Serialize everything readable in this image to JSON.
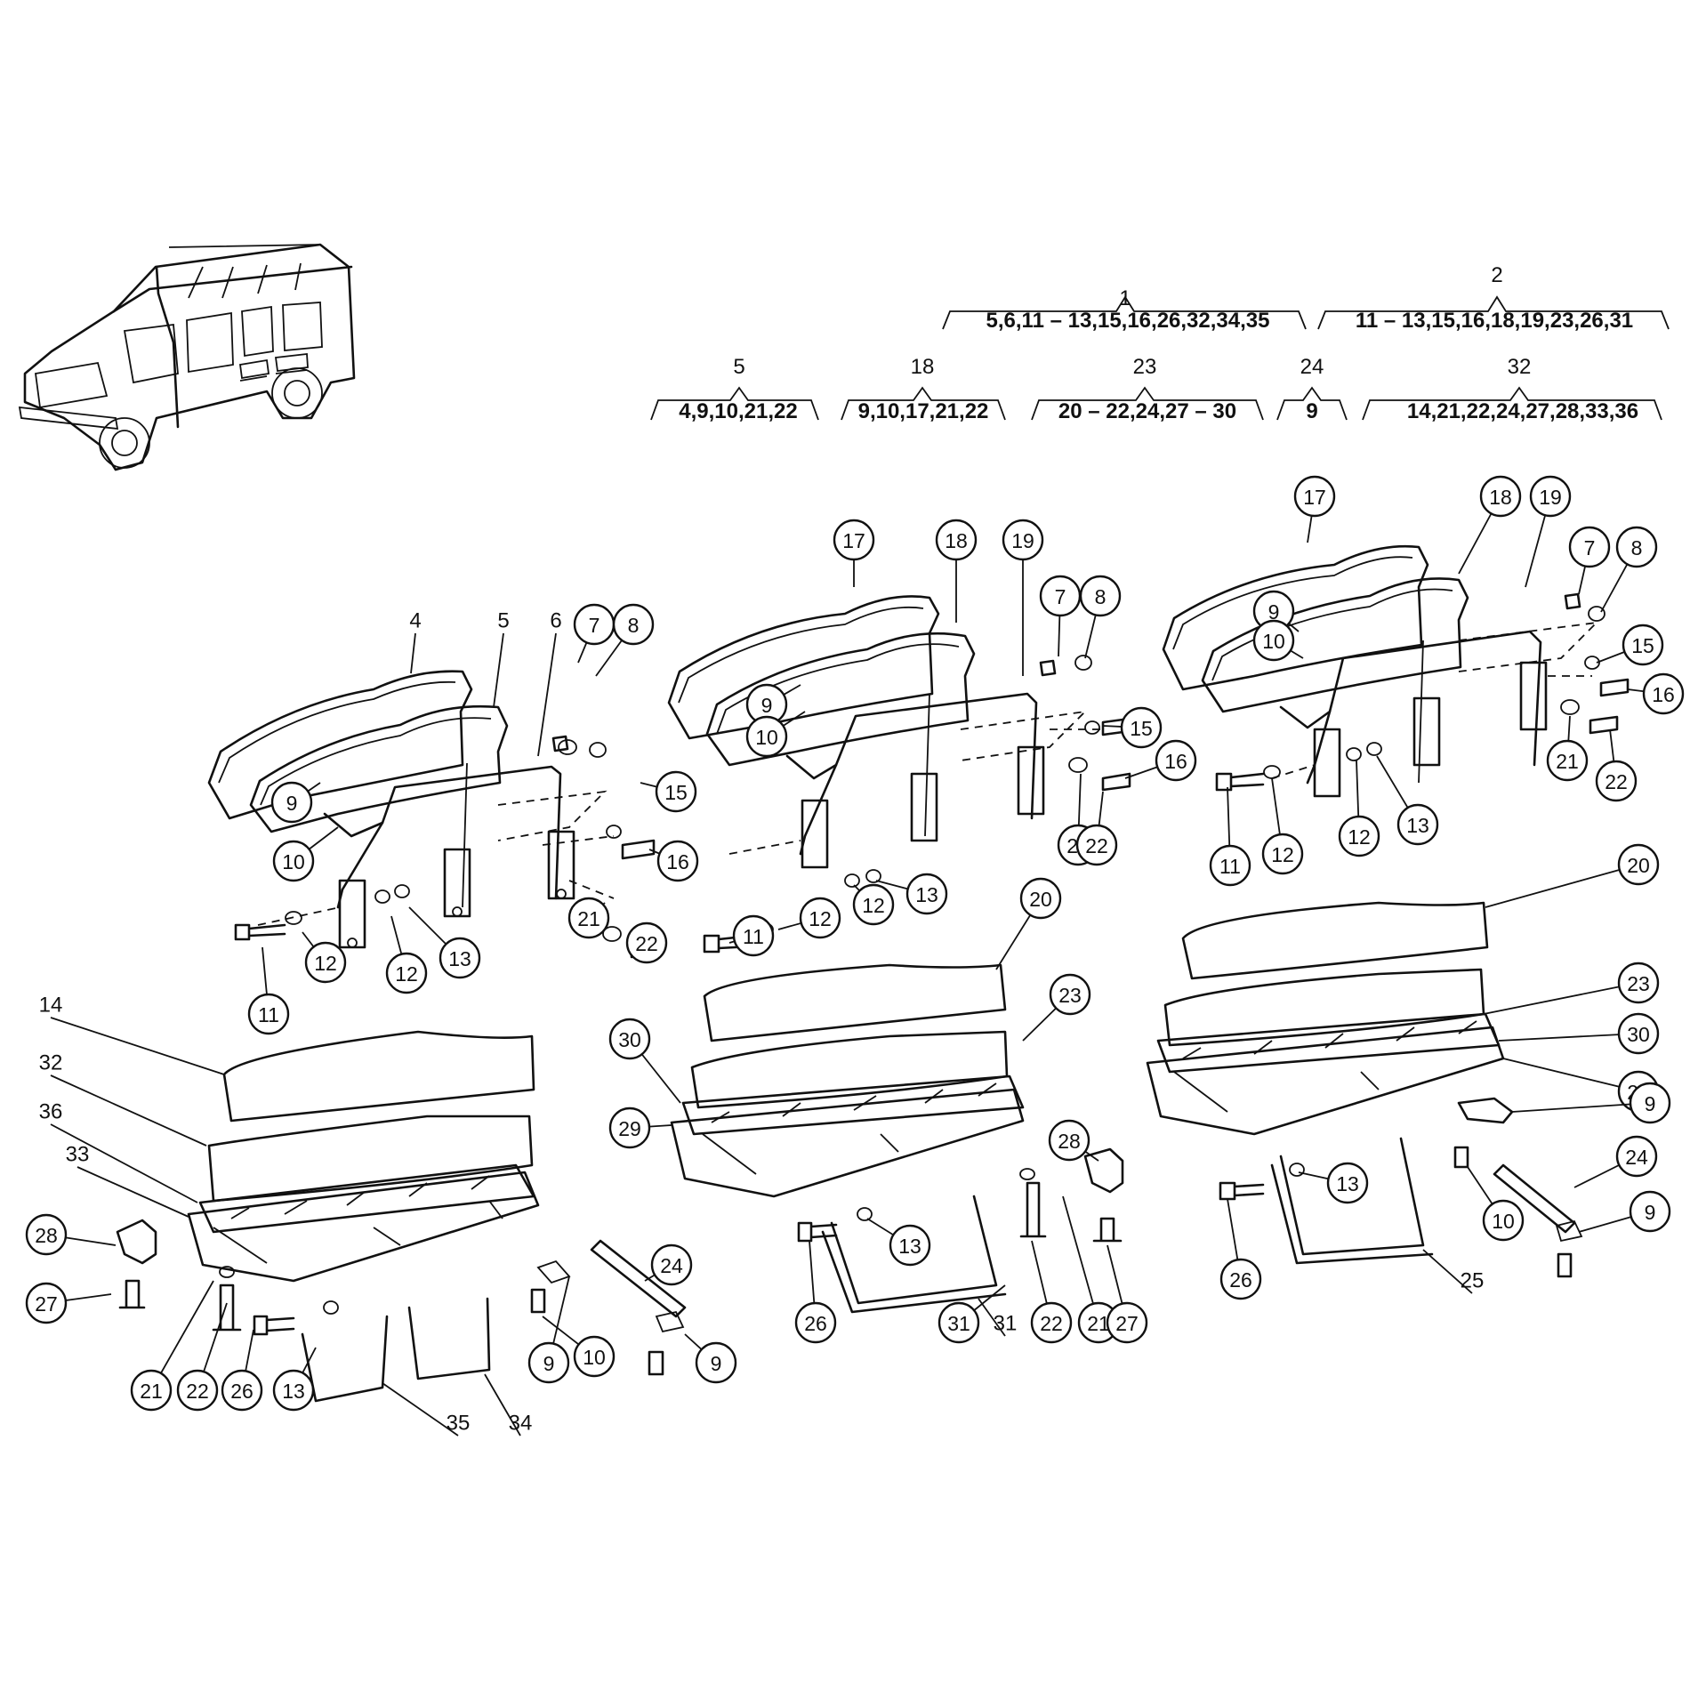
{
  "groups": [
    {
      "num": "1",
      "list": "5,6,11 – 13,15,16,26,32,34,35"
    },
    {
      "num": "2",
      "list": "11 – 13,15,16,18,19,23,26,31"
    },
    {
      "num": "5",
      "list": "4,9,10,21,22"
    },
    {
      "num": "18",
      "list": "9,10,17,21,22"
    },
    {
      "num": "23",
      "list": "20 – 22,24,27 – 30"
    },
    {
      "num": "24",
      "list": "9"
    },
    {
      "num": "32",
      "list": "14,21,22,24,27,28,33,36"
    }
  ],
  "callouts": [
    "9",
    "10",
    "7",
    "8",
    "15",
    "16",
    "21",
    "22",
    "11",
    "12",
    "12",
    "13",
    "28",
    "27",
    "21",
    "22",
    "26",
    "13",
    "9",
    "24",
    "10",
    "9",
    "17",
    "18",
    "19",
    "7",
    "8",
    "9",
    "10",
    "15",
    "16",
    "21",
    "22",
    "11",
    "12",
    "12",
    "13",
    "20",
    "23",
    "30",
    "29",
    "28",
    "13",
    "26",
    "31",
    "22",
    "21",
    "27",
    "17",
    "18",
    "19",
    "7",
    "8",
    "9",
    "10",
    "15",
    "16",
    "21",
    "22",
    "11",
    "12",
    "12",
    "13",
    "20",
    "23",
    "30",
    "29",
    "9",
    "13",
    "26",
    "24",
    "10",
    "9",
    "25"
  ],
  "labels": [
    "4",
    "5",
    "6",
    "14",
    "32",
    "36",
    "33",
    "35",
    "34",
    "31",
    "25"
  ]
}
